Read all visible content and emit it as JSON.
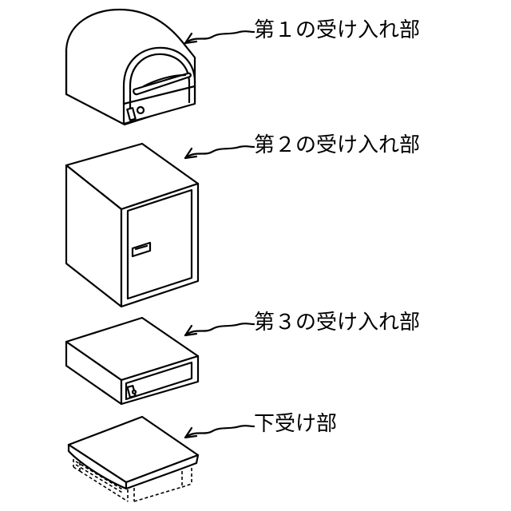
{
  "labels": {
    "part1": "第１の受け入れ部",
    "part2": "第２の受け入れ部",
    "part3": "第３の受け入れ部",
    "base": "下受け部"
  }
}
